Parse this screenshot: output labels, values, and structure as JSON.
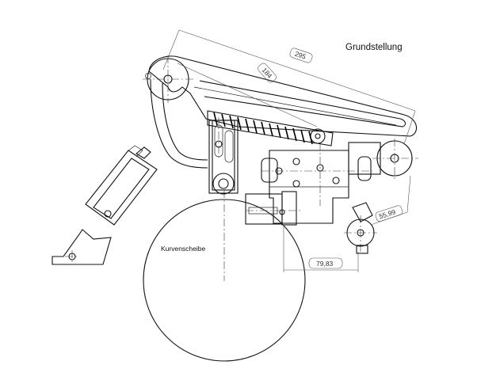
{
  "title": "Grundstellung",
  "cam_label": "Kurvenscheibe",
  "dimensions": {
    "overall_length": "295",
    "lever_length": "184",
    "horizontal_offset": "79,83",
    "vertical_offset": "55,99"
  },
  "colors": {
    "stroke": "#111111",
    "background": "#ffffff"
  }
}
